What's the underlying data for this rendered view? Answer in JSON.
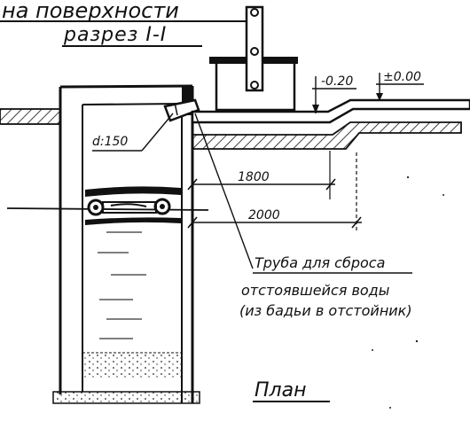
{
  "texts": {
    "top_heading": "на поверхности",
    "section_title": "разрез I-I",
    "level_minus": "-0.20",
    "level_zero": "±0.00",
    "pipe_diameter": "d:150",
    "dim_1800": "1800",
    "dim_2000": "2000",
    "note_line1": "Труба для сброса",
    "note_line2": "отстоявшейся воды",
    "note_line3": "(из бадьи в отстойник)",
    "plan_title": "План"
  },
  "colors": {
    "ink": "#111111",
    "water_line": "#333333",
    "background": "#ffffff"
  }
}
